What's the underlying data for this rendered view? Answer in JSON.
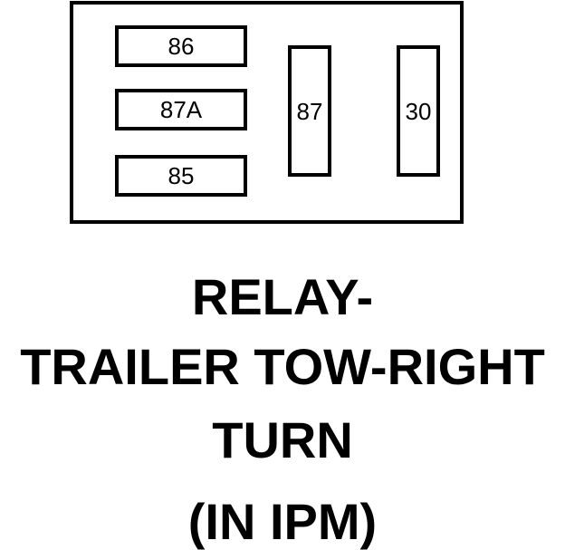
{
  "relay": {
    "pins": {
      "p86": "86",
      "p87a": "87A",
      "p85": "85",
      "p87": "87",
      "p30": "30"
    }
  },
  "caption": {
    "line1": "RELAY-",
    "line2": "TRAILER TOW-RIGHT",
    "line3": "TURN",
    "line4": "(IN IPM)"
  }
}
